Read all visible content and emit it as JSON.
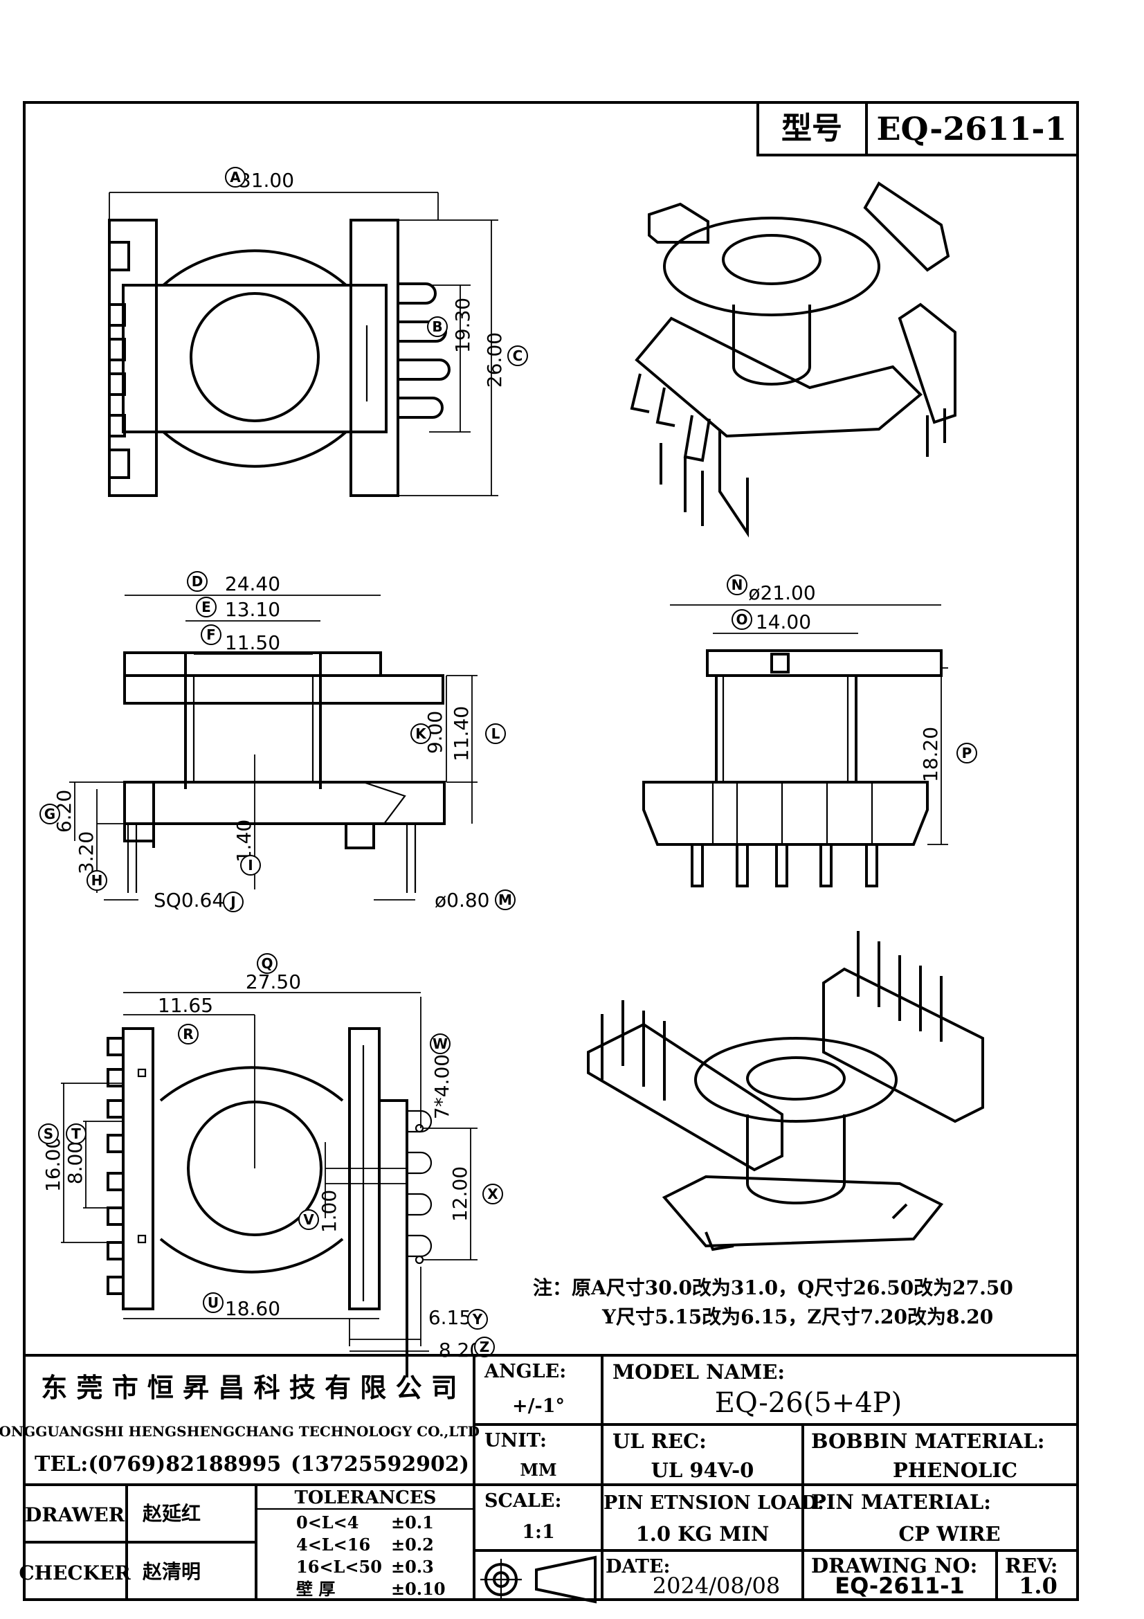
{
  "header": {
    "model_label": "型号",
    "model_code": "EQ-2611-1"
  },
  "top_view": {
    "dims": [
      "31.00",
      "19.30",
      "26.00"
    ],
    "labels": [
      "A",
      "B",
      "C"
    ]
  },
  "front_view": {
    "dims": [
      "24.40",
      "13.10",
      "11.50",
      "9.00",
      "11.40",
      "6.20",
      "3.20",
      "1.40",
      "SQ0.64",
      "ø0.80"
    ],
    "labels": [
      "D",
      "E",
      "F",
      "K",
      "L",
      "G",
      "H",
      "I",
      "J",
      "M"
    ]
  },
  "side_view": {
    "dims": [
      "ø21.00",
      "14.00",
      "18.20"
    ],
    "labels": [
      "N",
      "O",
      "P"
    ]
  },
  "bottom_view": {
    "dims": [
      "27.50",
      "11.65",
      "7*4.00",
      "16.00",
      "8.00",
      "12.00",
      "1.00",
      "18.60",
      "6.15",
      "8.20"
    ],
    "labels": [
      "Q",
      "R",
      "W",
      "S",
      "T",
      "X",
      "V",
      "U",
      "Y",
      "Z"
    ]
  },
  "notes": {
    "line1": "注：原A尺寸30.0改为31.0，Q尺寸26.50改为27.50",
    "line2": "Y尺寸5.15改为6.15，Z尺寸7.20改为8.20"
  },
  "title_block": {
    "company_cn": "东 莞 市 恒 昇 昌 科 技 有 限 公 司",
    "company_en": "DONGGUANGSHI HENGSHENGCHANG TECHNOLOGY CO.,LTD",
    "tel": "TEL:(0769)82188995",
    "mobile": "(13725592902)",
    "angle_label": "ANGLE:",
    "angle_value": "+/-1°",
    "unit_label": "UNIT:",
    "unit_value": "MM",
    "scale_label": "SCALE:",
    "scale_value": "1:1",
    "model_name_label": "MODEL NAME:",
    "model_name_value": "EQ-26(5+4P)",
    "ul_label": "UL REC:",
    "ul_value": "UL 94V-0",
    "bobbin_label": "BOBBIN MATERIAL:",
    "bobbin_value": "PHENOLIC",
    "pin_load_label": "PIN ETNSION LOAD:",
    "pin_load_value": "1.0 KG MIN",
    "pin_material_label": "PIN MATERIAL:",
    "pin_material_value": "CP WIRE",
    "date_label": "DATE:",
    "date_value": "2024/08/08",
    "drawing_no_label": "DRAWING NO:",
    "drawing_no_value": "EQ-2611-1",
    "rev_label": "REV:",
    "rev_value": "1.0",
    "drawer_label": "DRAWER",
    "drawer_name": "赵延红",
    "checker_label": "CHECKER",
    "checker_name": "赵清明",
    "tolerances_label": "TOLERANCES",
    "tolerances": [
      {
        "range": "0<L<4",
        "value": "±0.1"
      },
      {
        "range": "4<L<16",
        "value": "±0.2"
      },
      {
        "range": "16<L<50",
        "value": "±0.3"
      },
      {
        "range": "壁  厚",
        "value": "±0.10"
      }
    ]
  }
}
